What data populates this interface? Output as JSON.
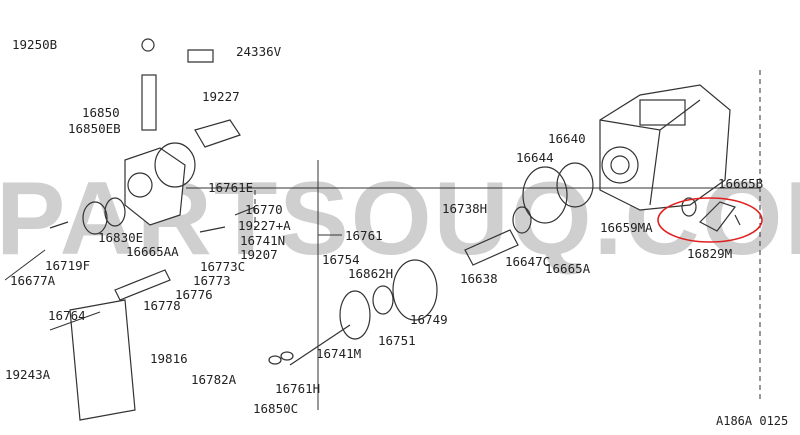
{
  "watermark": "PARTSOUQ.COM",
  "diagram_code": "A186A 0125",
  "highlight_color": "#e02020",
  "labels": [
    "19250B",
    "24336V",
    "16850",
    "16850EB",
    "19227",
    "16761E",
    "16770",
    "19227+A",
    "16741N",
    "16761",
    "19207",
    "16830E",
    "16665AA",
    "16719F",
    "16677A",
    "16773C",
    "16773",
    "16776",
    "16778",
    "16764",
    "19816",
    "19243A",
    "16782A",
    "16754",
    "16862H",
    "16741M",
    "16761H",
    "16850C",
    "16751",
    "16749",
    "16638",
    "16647C",
    "16665A",
    "16738H",
    "16640",
    "16644",
    "16659MA",
    "16665B",
    "16829M"
  ]
}
